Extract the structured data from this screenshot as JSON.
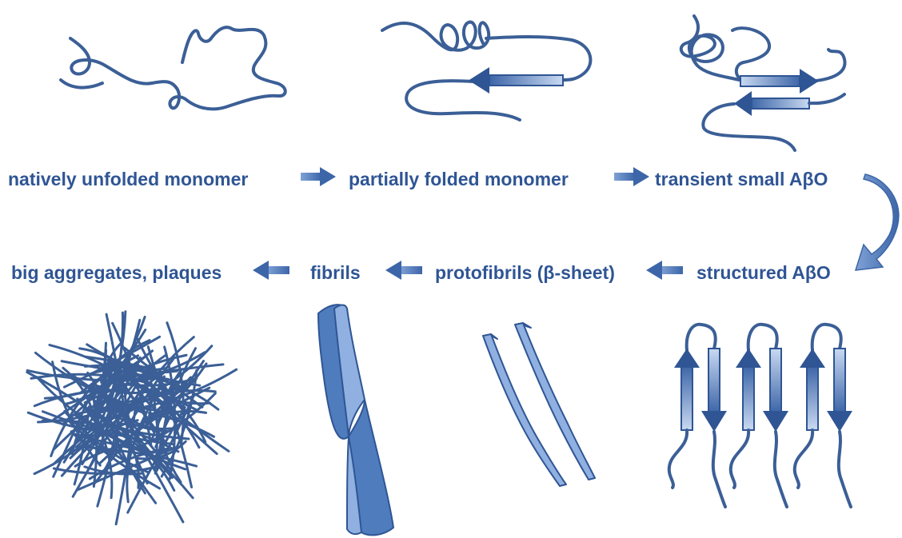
{
  "stages": {
    "natively_unfolded_monomer": "natively unfolded monomer",
    "partially_folded_monomer": "partially folded monomer",
    "transient_small_abo": "transient small AβO",
    "structured_abo": "structured AβO",
    "protofibrils": "protofibrils (β-sheet)",
    "fibrils": "fibrils",
    "big_aggregates": "big aggregates, plaques"
  },
  "colors": {
    "line": "#3b5f96",
    "dark": "#2f5594",
    "mid": "#4f7cbd",
    "light": "#8fb0e0",
    "pale": "#c9d9f1"
  }
}
